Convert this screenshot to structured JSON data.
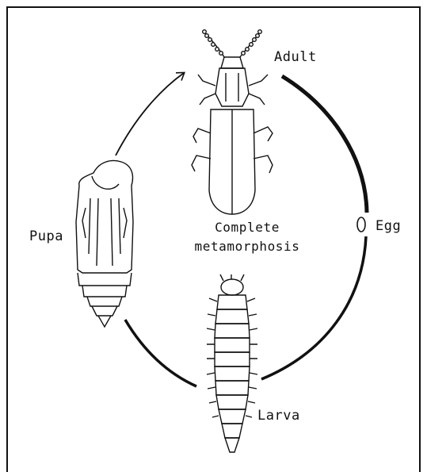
{
  "labels": {
    "adult": "Adult",
    "egg": "Egg",
    "pupa": "Pupa",
    "larva": "Larva",
    "center_line1": "Complete",
    "center_line2": "metamorphosis"
  }
}
